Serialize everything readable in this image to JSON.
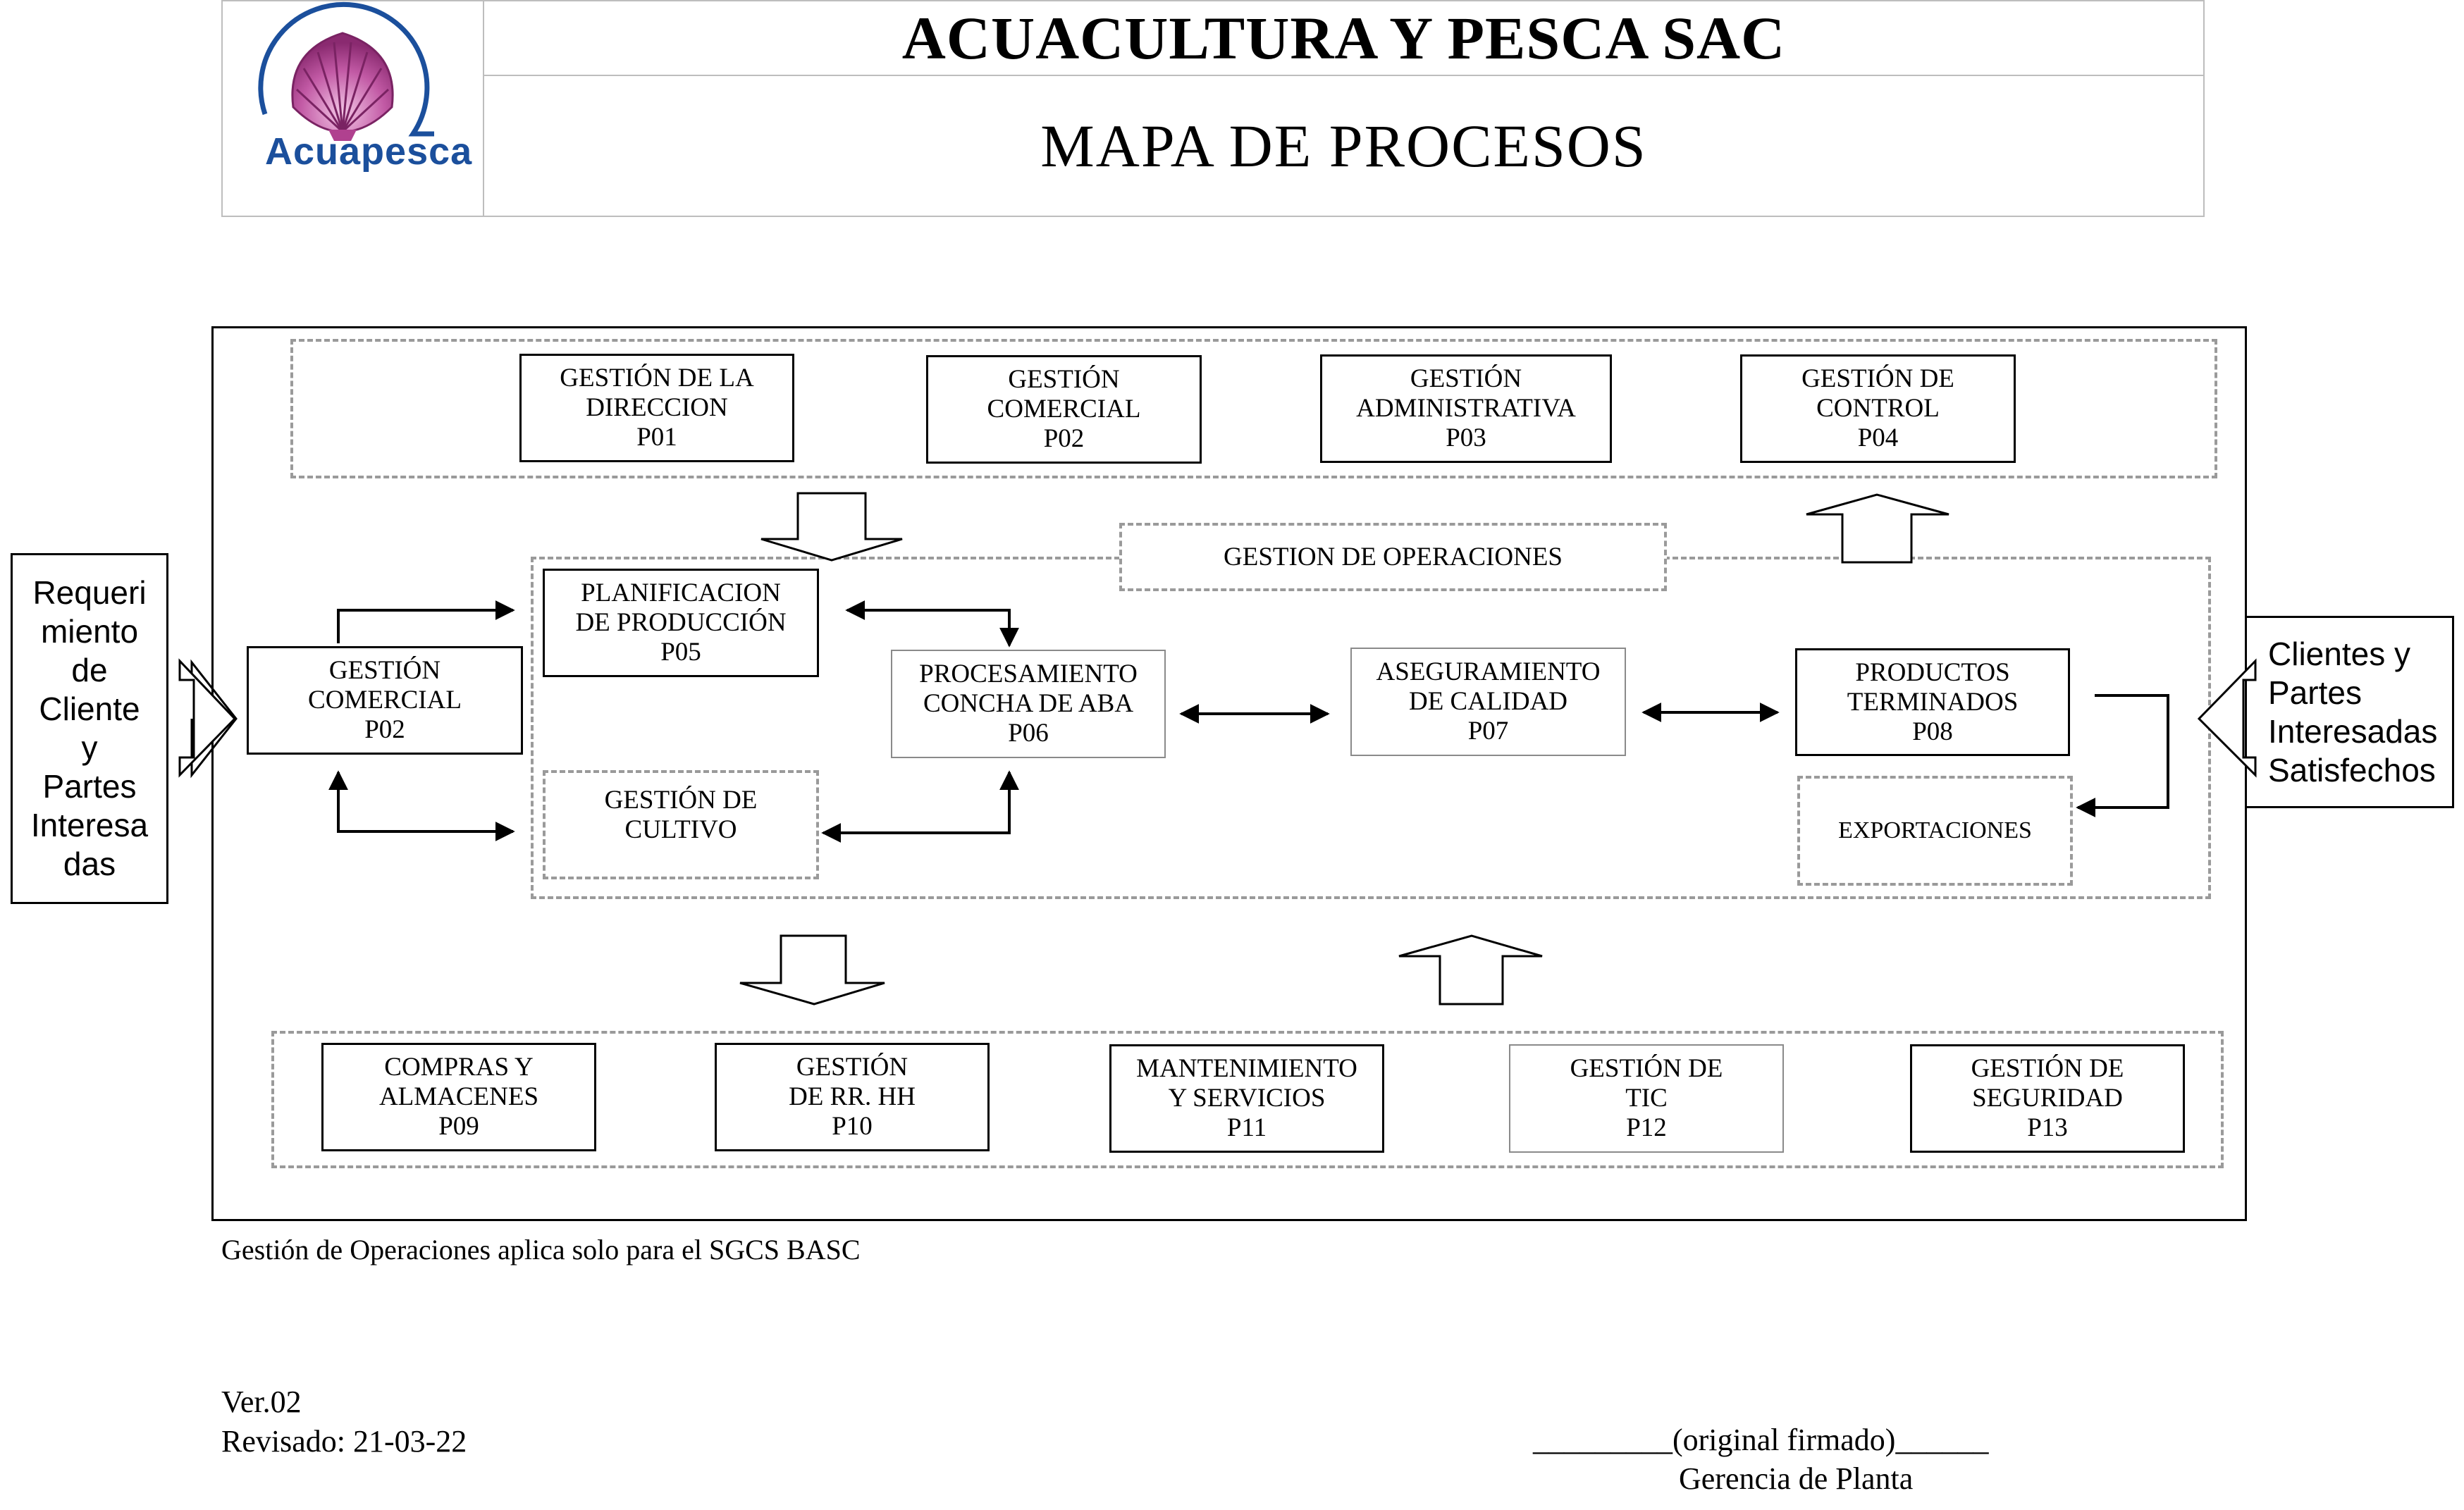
{
  "header": {
    "company": "ACUACULTURA Y PESCA SAC",
    "subtitle": "MAPA DE PROCESOS",
    "logo_text": "Acuapesca",
    "logo_icon": "scallop-shell-icon",
    "brand_color": "#1b4f9c",
    "shell_color": "#b0418f"
  },
  "strategic": [
    {
      "lines": [
        "GESTIÓN DE LA",
        "DIRECCION",
        "P01"
      ]
    },
    {
      "lines": [
        "GESTIÓN",
        "COMERCIAL",
        "P02"
      ]
    },
    {
      "lines": [
        "GESTIÓN",
        "ADMINISTRATIVA",
        "P03"
      ]
    },
    {
      "lines": [
        "GESTIÓN DE",
        "CONTROL",
        "P04"
      ]
    }
  ],
  "operations": {
    "title": "GESTION DE OPERACIONES",
    "comercial": {
      "lines": [
        "GESTIÓN",
        "COMERCIAL",
        "P02"
      ]
    },
    "planificacion": {
      "lines": [
        "PLANIFICACION",
        "DE PRODUCCIÓN",
        "P05"
      ]
    },
    "cultivo": {
      "lines": [
        "GESTIÓN DE",
        "CULTIVO"
      ]
    },
    "procesamiento": {
      "lines": [
        "PROCESAMIENTO",
        "CONCHA DE ABA",
        "P06"
      ]
    },
    "aseguramiento": {
      "lines": [
        "ASEGURAMIENTO",
        "DE CALIDAD",
        "P07"
      ]
    },
    "productos": {
      "lines": [
        "PRODUCTOS",
        "TERMINADOS",
        "P08"
      ]
    },
    "exportaciones": {
      "lines": [
        "EXPORTACIONES"
      ]
    }
  },
  "support": [
    {
      "lines": [
        "COMPRAS Y",
        "ALMACENES",
        "P09"
      ]
    },
    {
      "lines": [
        "GESTIÓN",
        "DE RR. HH",
        "P10"
      ]
    },
    {
      "lines": [
        "MANTENIMIENTO",
        "Y SERVICIOS",
        "P11"
      ]
    },
    {
      "lines": [
        "GESTIÓN DE",
        "TIC",
        "P12"
      ]
    },
    {
      "lines": [
        "GESTIÓN DE",
        "SEGURIDAD",
        "P13"
      ]
    }
  ],
  "input": {
    "lines": [
      "Requeri",
      "miento",
      "de",
      "Cliente",
      "y",
      "Partes",
      "Interesa",
      "das"
    ]
  },
  "output": {
    "lines": [
      "Clientes y",
      "Partes",
      "Interesadas",
      "Satisfechos"
    ]
  },
  "note": "Gestión de Operaciones aplica solo para el SGCS BASC",
  "version": "Ver.02",
  "revised": "Revisado: 21-03-22",
  "signature": "_________(original firmado)______",
  "signer": "Gerencia de Planta"
}
